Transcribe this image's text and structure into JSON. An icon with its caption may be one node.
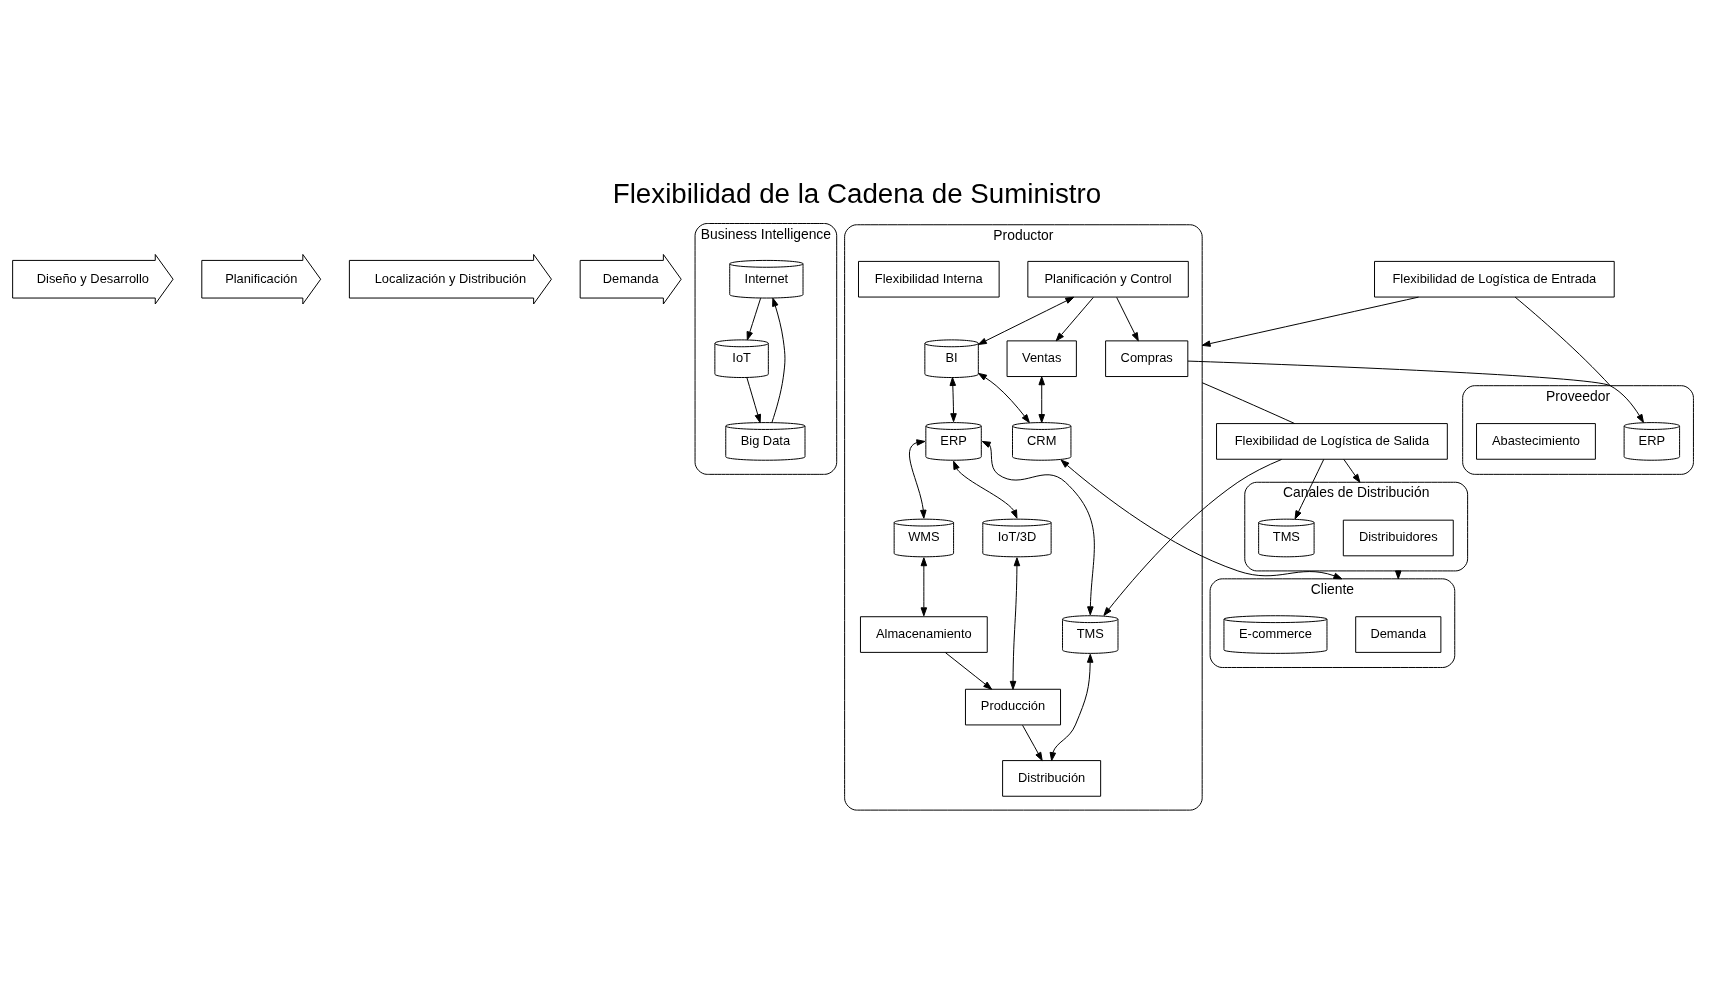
{
  "diagram": {
    "title": "Flexibilidad de la Cadena de Suministro",
    "nodes": [
      {
        "text": [
          "Diseño y Desarrollo"
        ]
      },
      {
        "text": [
          "Planificación"
        ]
      },
      {
        "text": [
          "Localización y Distribución"
        ]
      },
      {
        "text": [
          "Demanda"
        ]
      },
      {
        "text": [
          "Business Intelligence"
        ]
      },
      {
        "text": [
          "Internet"
        ],
        "in": 4
      },
      {
        "text": [
          "IoT"
        ],
        "in": 4
      },
      {
        "text": [
          "Big Data"
        ],
        "in": 4
      },
      {
        "text": [
          "Productor"
        ]
      },
      {
        "text": [
          "Compras"
        ],
        "in": 8
      },
      {
        "text": [
          "Planificación y Control"
        ],
        "in": 8
      },
      {
        "text": [
          "Ventas"
        ],
        "in": 8
      },
      {
        "text": [
          "BI"
        ],
        "in": 8
      },
      {
        "text": [
          "CRM"
        ],
        "in": 8
      },
      {
        "text": [
          "ERP"
        ],
        "in": 8
      },
      {
        "text": [
          "WMS"
        ],
        "in": 8
      },
      {
        "text": [
          "IoT/3D"
        ],
        "in": 8
      },
      {
        "text": [
          "TMS"
        ],
        "in": 8
      },
      {
        "text": [
          "Almacenamiento"
        ],
        "in": 8
      },
      {
        "text": [
          "Producción"
        ],
        "in": 8
      },
      {
        "text": [
          "Distribución"
        ],
        "in": 8
      },
      {
        "text": [
          "Flexibilidad Interna"
        ],
        "in": 8
      },
      {
        "text": [
          "Proveedor"
        ]
      },
      {
        "text": [
          "ERP"
        ],
        "in": 22
      },
      {
        "text": [
          "Abastecimiento"
        ],
        "in": 22
      },
      {
        "text": [
          "Flexibilidad de Logística de Entrada"
        ]
      },
      {
        "text": [
          "Cliente"
        ]
      },
      {
        "text": [
          "Demanda"
        ],
        "in": 26
      },
      {
        "text": [
          "E-commerce"
        ],
        "in": 26
      },
      {
        "text": [
          "Canales de Distribución"
        ]
      },
      {
        "text": [
          "Distribuidores"
        ],
        "in": 29
      },
      {
        "text": [
          "TMS"
        ],
        "in": 29
      },
      {
        "text": [
          "Flexibilidad de Logística de Salida"
        ]
      }
    ],
    "edges": [
      {
        "from": 5,
        "to": 6,
        "arrow": "to"
      },
      {
        "from": 7,
        "to": 5,
        "arrow": "to"
      },
      {
        "from": 6,
        "to": 7,
        "arrow": "to"
      },
      {
        "from": 10,
        "to": 9,
        "arrow": "to"
      },
      {
        "from": 10,
        "to": 11,
        "arrow": "to"
      },
      {
        "from": 9,
        "to": 23,
        "arrow": "to"
      },
      {
        "from": 10,
        "to": 12,
        "arrow": "both"
      },
      {
        "from": 11,
        "to": 13,
        "arrow": "both"
      },
      {
        "from": 12,
        "to": 13,
        "arrow": "both"
      },
      {
        "from": 12,
        "to": 14,
        "arrow": "both"
      },
      {
        "from": 14,
        "to": 15,
        "arrow": "both"
      },
      {
        "from": 14,
        "to": 16,
        "arrow": "both"
      },
      {
        "from": 14,
        "to": 17,
        "arrow": "both"
      },
      {
        "from": 15,
        "to": 18,
        "arrow": "both"
      },
      {
        "from": 16,
        "to": 19,
        "arrow": "both"
      },
      {
        "from": 17,
        "to": 20,
        "arrow": "both"
      },
      {
        "from": 18,
        "to": 19,
        "arrow": "to"
      },
      {
        "from": 19,
        "to": 20,
        "arrow": "to"
      },
      {
        "from": 22,
        "to": 25,
        "arrow": "none"
      },
      {
        "from": 25,
        "to": 8,
        "arrow": "to"
      },
      {
        "from": 8,
        "to": 32,
        "arrow": "none"
      },
      {
        "from": 32,
        "to": 29,
        "arrow": "to"
      },
      {
        "from": 13,
        "to": 26,
        "arrow": "both"
      },
      {
        "from": 32,
        "to": 17,
        "arrow": "to"
      },
      {
        "from": 32,
        "to": 31,
        "arrow": "to"
      },
      {
        "from": 29,
        "to": 26,
        "arrow": "to"
      }
    ]
  }
}
